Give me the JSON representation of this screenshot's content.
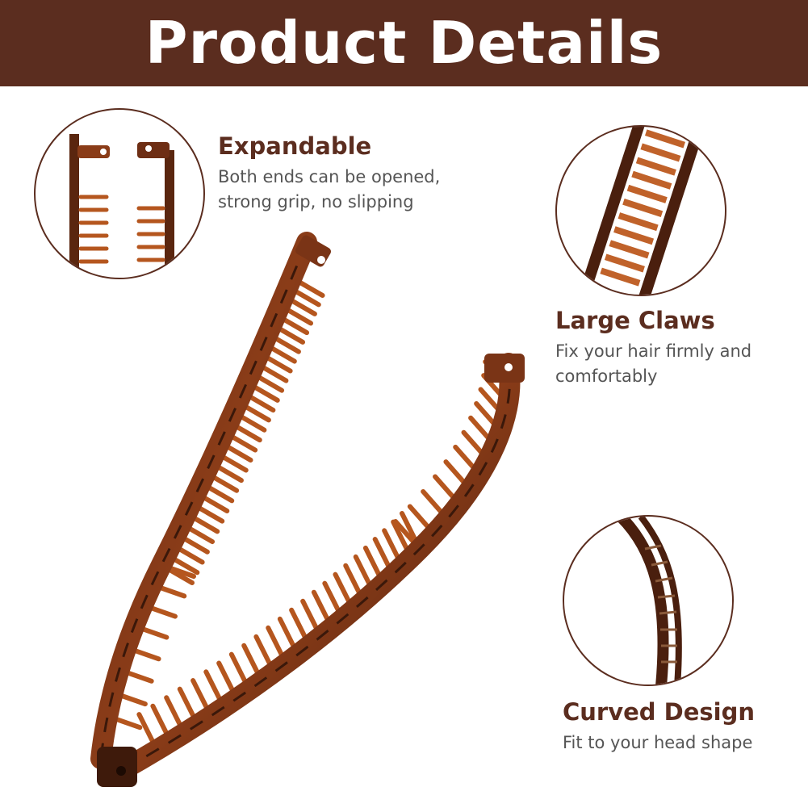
{
  "header": {
    "title": "Product Details"
  },
  "features": {
    "expandable": {
      "title": "Expandable",
      "desc_line1": "Both ends can be opened,",
      "desc_line2": "strong grip, no slipping"
    },
    "large_claws": {
      "title": "Large Claws",
      "desc_line1": "Fix your hair firmly and",
      "desc_line2": "comfortably"
    },
    "curved_design": {
      "title": "Curved Design",
      "desc_line1": "Fit to your head shape"
    }
  },
  "colors": {
    "brand": "#5b2d1f",
    "comb_dark": "#4a2414",
    "comb_light": "#b5561e",
    "text_gray": "#555555"
  },
  "icons": [
    "expandable-detail-image",
    "claws-detail-image",
    "curved-detail-image",
    "banana-clip-comb-image"
  ]
}
